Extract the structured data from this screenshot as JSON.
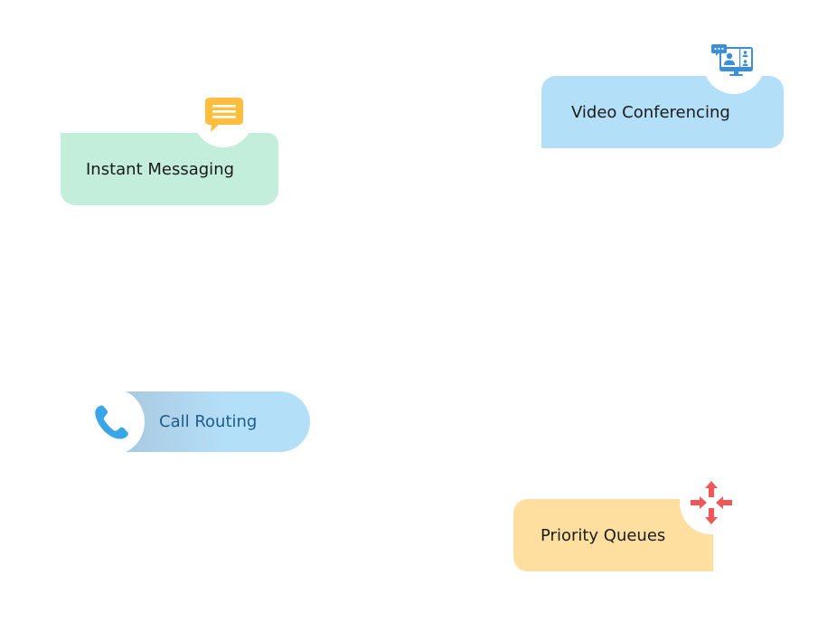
{
  "colors": {
    "im_bg": "#c3eedb",
    "vc_bg": "#b4dff8",
    "cr_bg_start": "#a9c9e0",
    "cr_bg_end": "#b4dff8",
    "cr_text": "#1d5c8a",
    "pq_bg": "#ffdf9f",
    "chat_icon": "#ffbe3d",
    "phone_icon": "#3aa6e8",
    "video_icon": "#3b8fd8",
    "arrows_icon": "#f05858"
  },
  "features": [
    {
      "id": "im",
      "label": "Instant Messaging",
      "icon": "chat-bubble-icon"
    },
    {
      "id": "vc",
      "label": "Video Conferencing",
      "icon": "video-conference-icon"
    },
    {
      "id": "cr",
      "label": "Call Routing",
      "icon": "phone-icon"
    },
    {
      "id": "pq",
      "label": "Priority Queues",
      "icon": "converging-arrows-icon"
    }
  ]
}
